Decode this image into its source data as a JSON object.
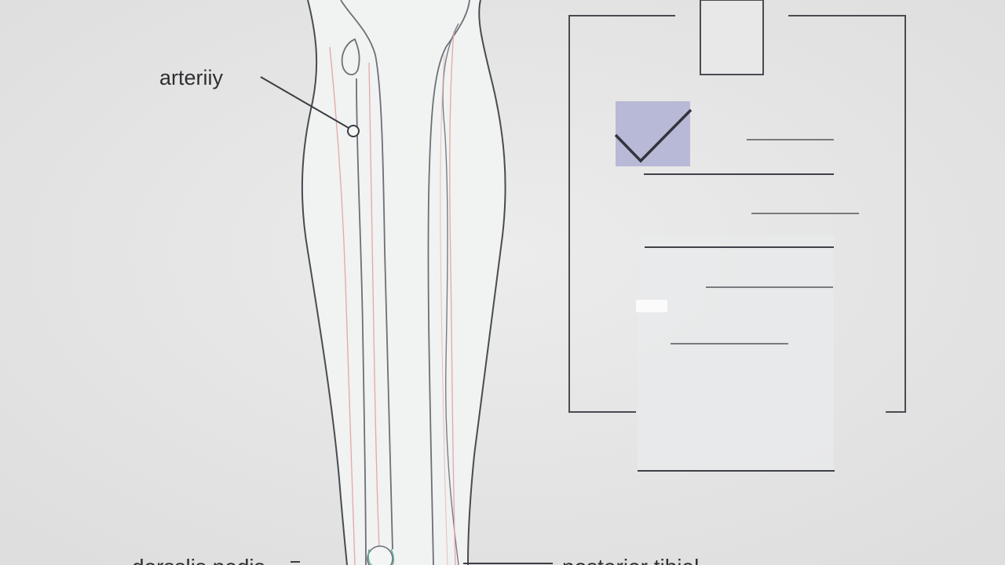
{
  "labels": {
    "artery": "arteriiy",
    "dorsalis": "dorsslis pedis",
    "posterior": "posterior tibial"
  },
  "icons": {
    "clipboard": "clipboard-icon",
    "checkbox": "checkbox-checked-icon"
  },
  "colors": {
    "background": "#e4e4e4",
    "outline": "#4a4b52",
    "artery_line": "#e0a9a6",
    "check_fill": "#b8b9d6",
    "check_stroke": "#33343c",
    "joint_accent": "#5fae9c"
  }
}
